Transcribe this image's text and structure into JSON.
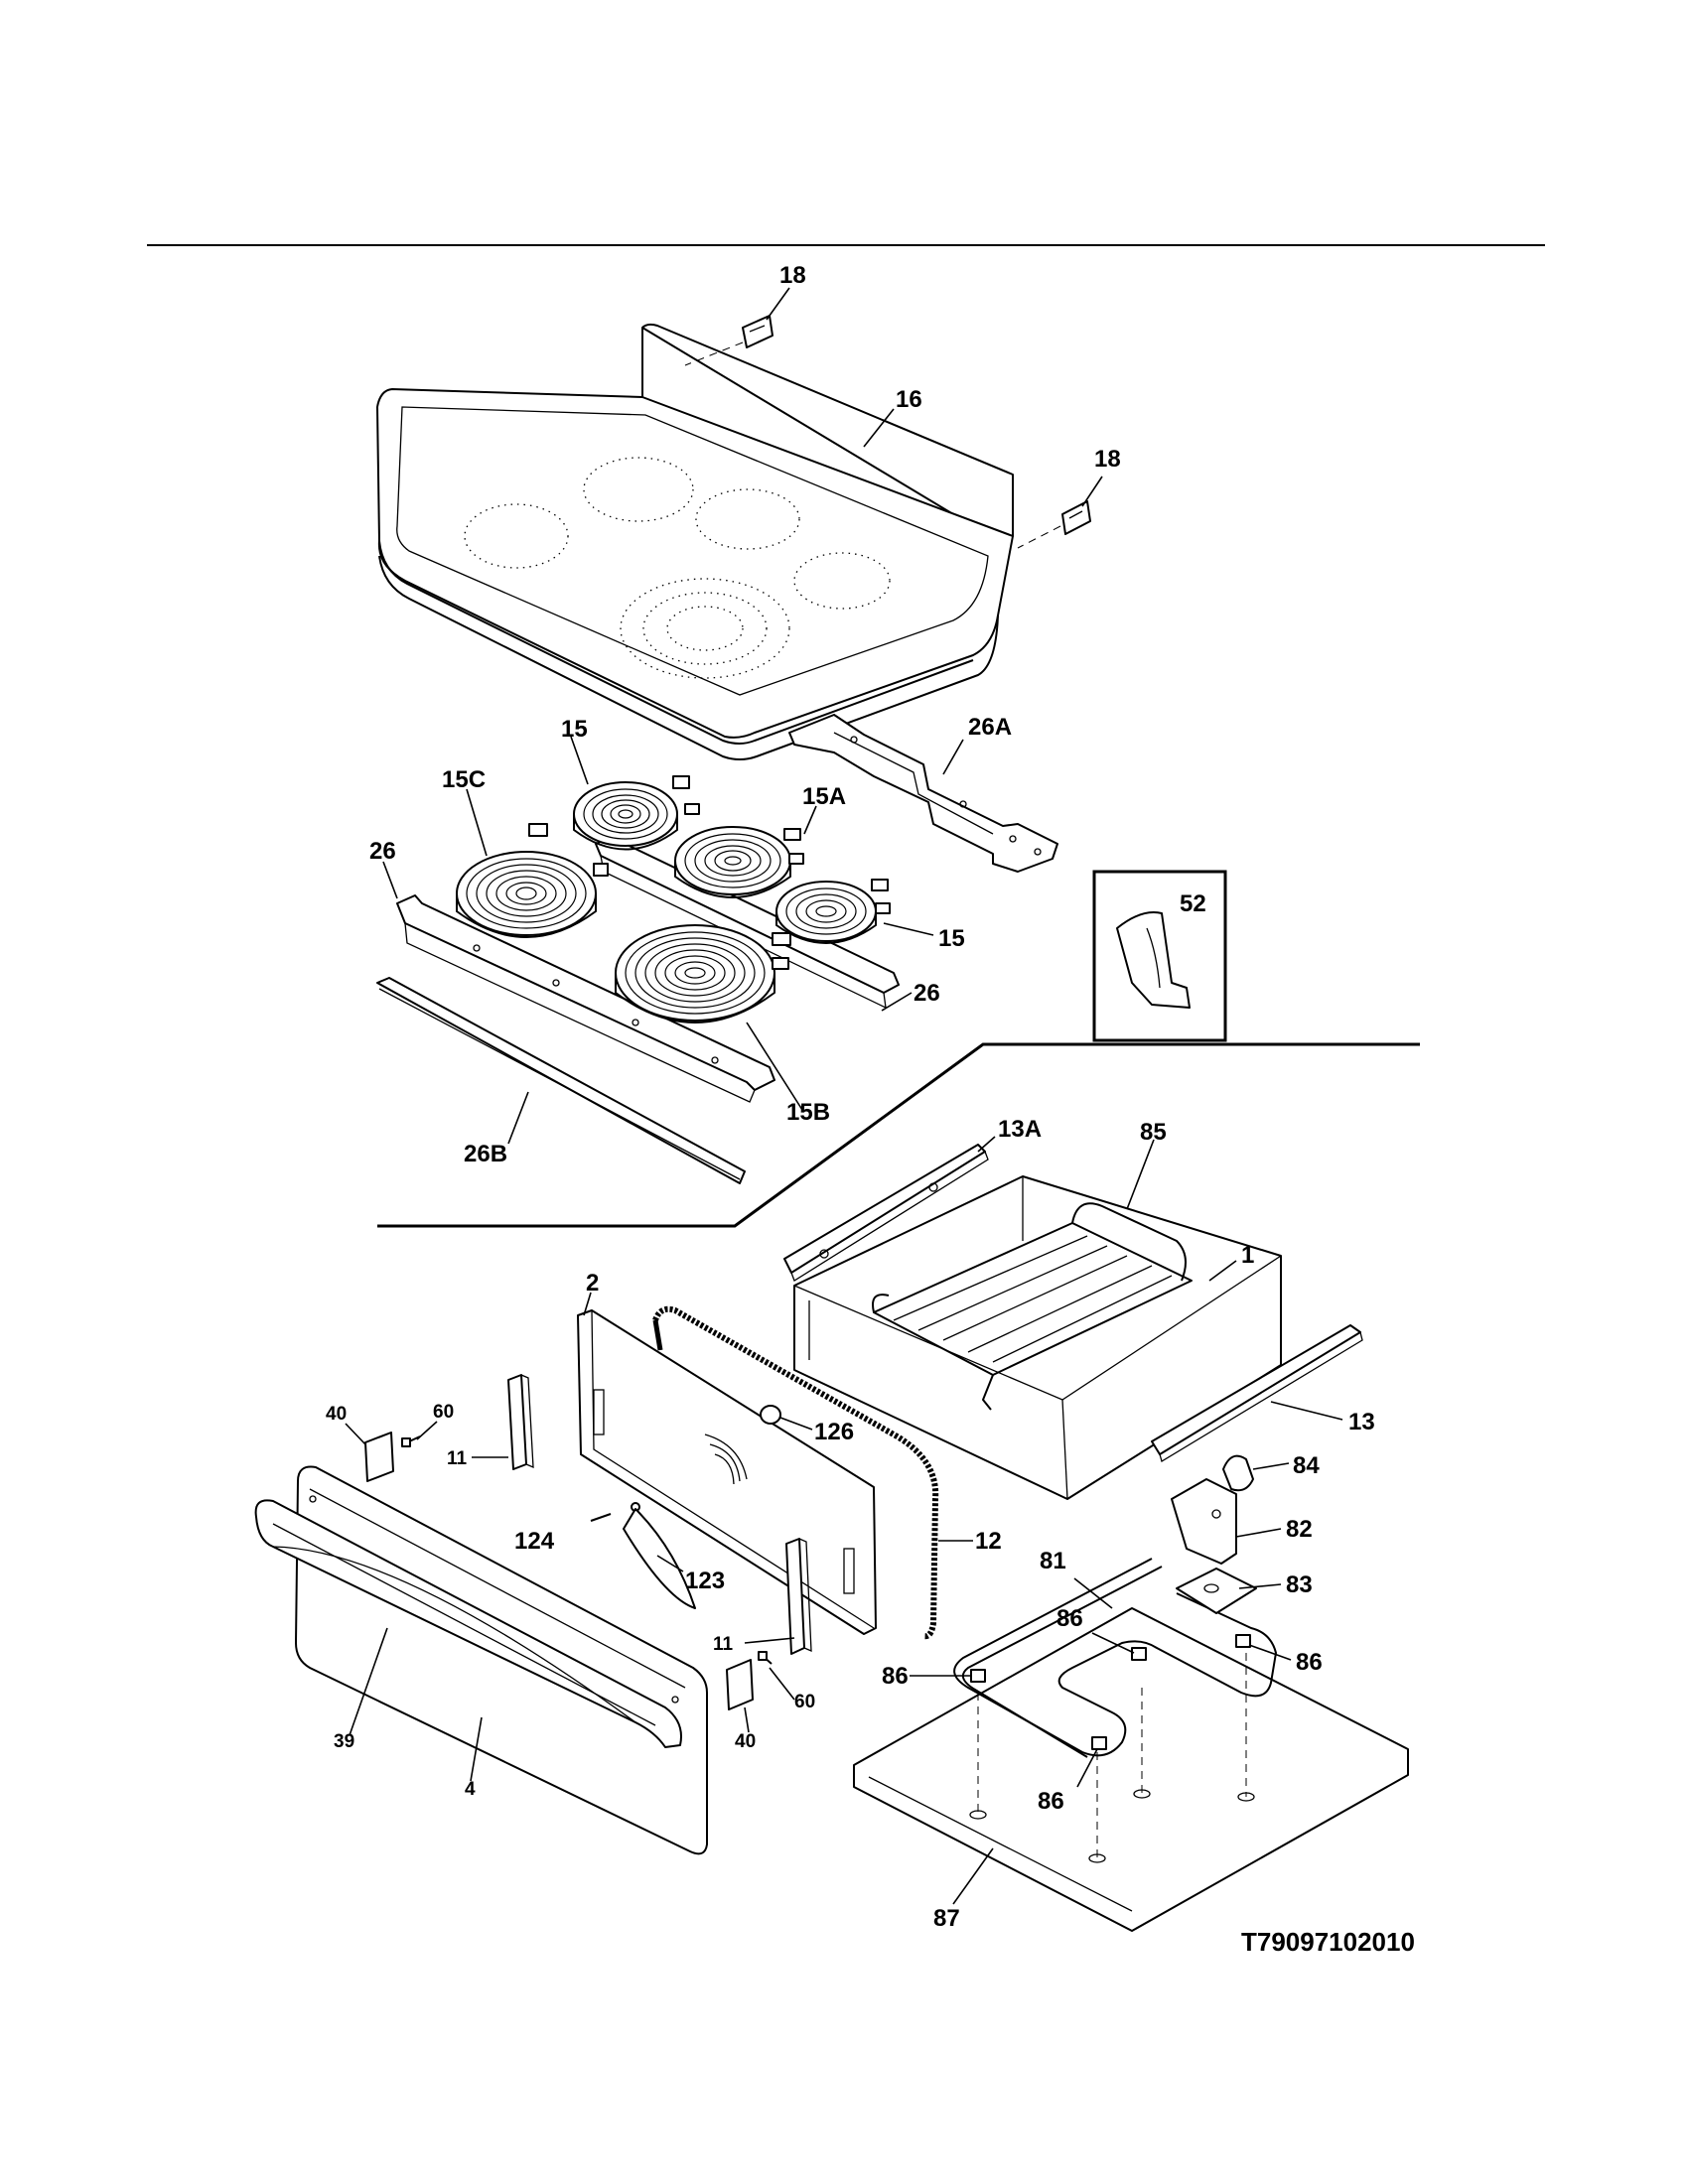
{
  "diagram_code": "T79097102010",
  "callouts": {
    "c18a": "18",
    "c18b": "18",
    "c16": "16",
    "c26A": "26A",
    "c15a": "15",
    "c15C": "15C",
    "c15A": "15A",
    "c26a": "26",
    "c15b": "15",
    "c52": "52",
    "c26b": "26",
    "c15B": "15B",
    "c26B": "26B",
    "c13A": "13A",
    "c85": "85",
    "c1": "1",
    "c2": "2",
    "c40a": "40",
    "c60a": "60",
    "c11a": "11",
    "c126": "126",
    "c13": "13",
    "c84": "84",
    "c124": "124",
    "c12": "12",
    "c82": "82",
    "c81": "81",
    "c123": "123",
    "c83": "83",
    "c86a": "86",
    "c86b": "86",
    "c86c": "86",
    "c11b": "11",
    "c60b": "60",
    "c39": "39",
    "c40b": "40",
    "c4": "4",
    "c86d": "86",
    "c87": "87"
  }
}
